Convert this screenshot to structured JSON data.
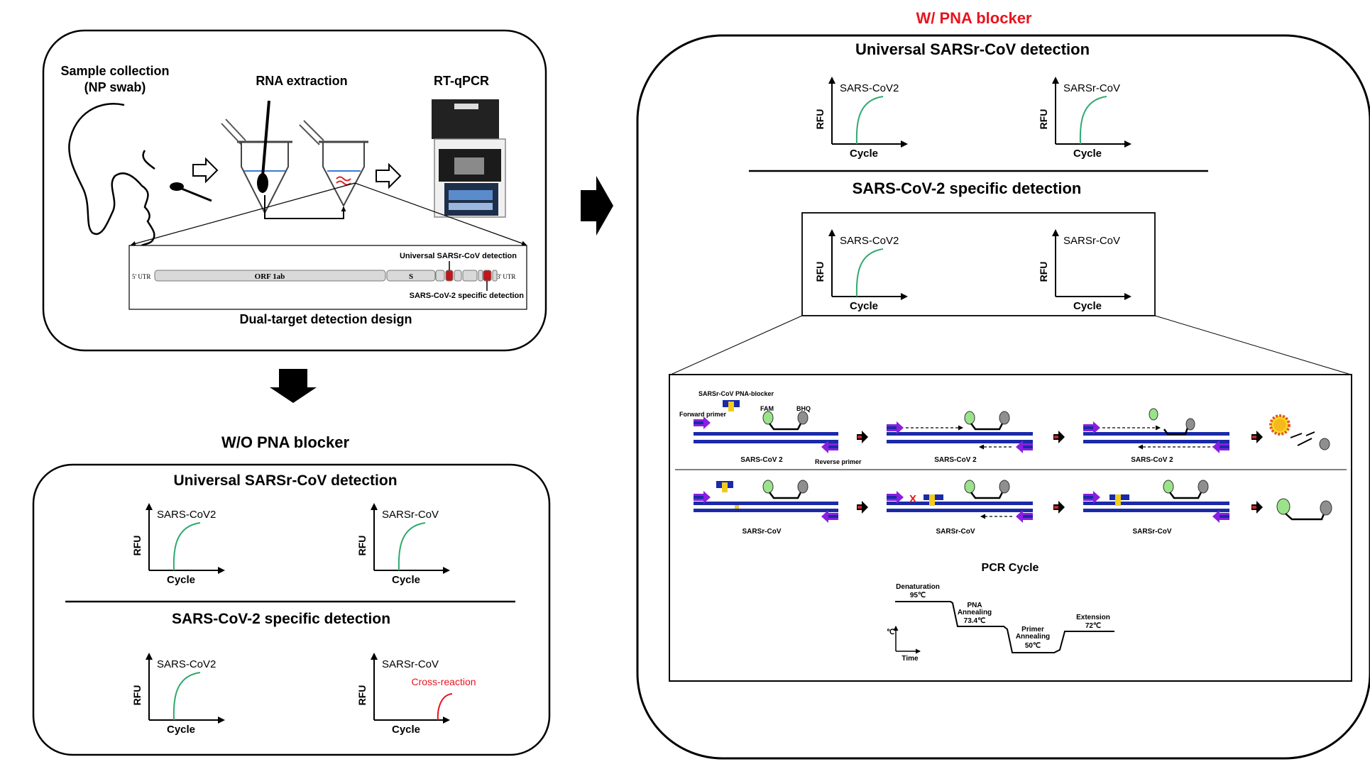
{
  "colors": {
    "curve": "#2eaa6e",
    "cross_reaction": "#e8141e",
    "title_red": "#e8141e",
    "dna_blue": "#1a2aa8",
    "primer": "#8a1fe0",
    "pna_yellow": "#f2cc1c",
    "probe_green": "#9be38a",
    "quencher_grey": "#8f8f8f"
  },
  "top_panel": {
    "sample_collection": "Sample collection",
    "np_swab": "(NP swab)",
    "rna_extraction": "RNA extraction",
    "rt_qpcr": "RT-qPCR",
    "genome": {
      "utr5": "5' UTR",
      "orf": "ORF 1ab",
      "s": "S",
      "utr3": "3' UTR",
      "universal_label": "Universal SARSr-CoV detection",
      "specific_label": "SARS-CoV-2 specific detection"
    },
    "design_caption": "Dual-target detection design"
  },
  "wo_panel": {
    "title": "W/O PNA blocker",
    "universal_heading": "Universal SARSr-CoV detection",
    "specific_heading": "SARS-CoV-2 specific detection",
    "cross_reaction": "Cross-reaction"
  },
  "w_panel": {
    "title": "W/ PNA blocker",
    "universal_heading": "Universal SARSr-CoV detection",
    "specific_heading": "SARS-CoV-2 specific detection"
  },
  "plots": {
    "y_label": "RFU",
    "x_label": "Cycle",
    "sars_cov2": "SARS-CoV2",
    "sarsr_cov": "SARSr-CoV"
  },
  "mechanism": {
    "pna_blocker": "SARSr-CoV PNA-blocker",
    "forward_primer": "Forward primer",
    "fam": "FAM",
    "bhq": "BHQ",
    "reverse_primer": "Reverse primer",
    "strand_sars_cov_2": "SARS-CoV 2",
    "strand_sarsr_cov": "SARSr-CoV",
    "mismatch_mark": "X"
  },
  "pcr_cycle": {
    "title": "PCR Cycle",
    "denaturation": "Denaturation",
    "denaturation_temp": "95℃",
    "pna_annealing_1": "PNA",
    "pna_annealing_2": "Annealing",
    "pna_annealing_temp": "73.4℃",
    "primer_annealing_1": "Primer",
    "primer_annealing_2": "Annealing",
    "primer_annealing_temp": "50℃",
    "extension": "Extension",
    "extension_temp": "72℃",
    "y_axis": "℃",
    "x_axis": "Time"
  }
}
